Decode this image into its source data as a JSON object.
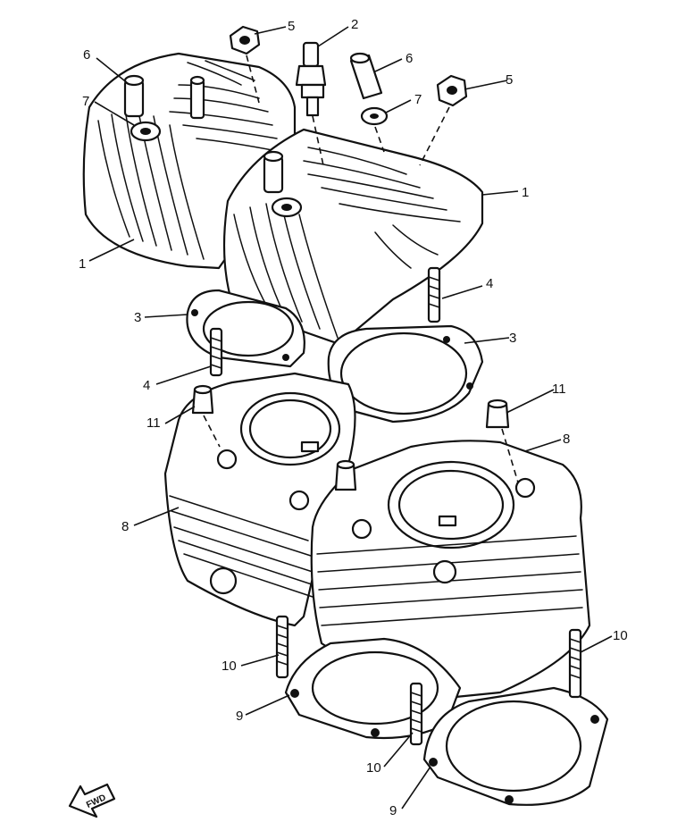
{
  "diagram": {
    "callouts": {
      "c1a": "1",
      "c1b": "1",
      "c2": "2",
      "c3a": "3",
      "c3b": "3",
      "c4a": "4",
      "c4b": "4",
      "c5a": "5",
      "c5b": "5",
      "c6a": "6",
      "c6b": "6",
      "c7a": "7",
      "c7b": "7",
      "c8a": "8",
      "c8b": "8",
      "c9a": "9",
      "c9b": "9",
      "c10a": "10",
      "c10b": "10",
      "c10c": "10",
      "c11a": "11",
      "c11b": "11"
    },
    "direction_arrow": "FWD"
  }
}
